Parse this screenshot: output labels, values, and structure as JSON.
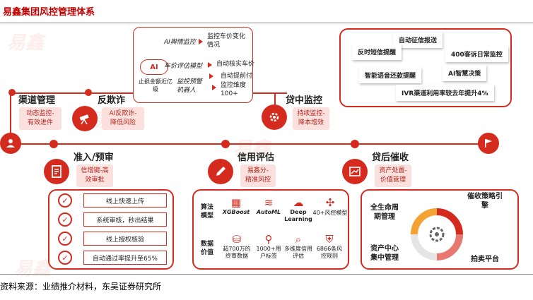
{
  "title": "易鑫集团风控管理体系",
  "source": "资料来源：业绩推介材料，东吴证券研究所",
  "watermark": "易鑫",
  "ai_center": {
    "label": "AI",
    "sublabel": "止损金额近亿级",
    "items": [
      {
        "name": "AI舆情监控",
        "desc": "监控车价变化情况"
      },
      {
        "name": "车价评估模型",
        "desc": "自动核实车价"
      },
      {
        "name": "监控预警机器人",
        "desc": "自动提前付"
      },
      {
        "name": "",
        "desc": "监控维度100+"
      }
    ]
  },
  "stages": {
    "channel": {
      "title": "渠道管理",
      "label": "动态监控-有效进件",
      "icon": "person-icon"
    },
    "antifraud": {
      "title": "反欺诈",
      "label": "AI反欺诈-降低风险",
      "icon": "telescope-icon"
    },
    "midloan": {
      "title": "贷中监控",
      "label": "持续监控-降本增效",
      "icon": "gear-icon"
    },
    "admission": {
      "title": "准入/预审",
      "label": "信增键-高效审批",
      "icon": "document-icon"
    },
    "credit": {
      "title": "信用评估",
      "label": "易鑫分-精准风控",
      "icon": "pen-icon"
    },
    "postloan": {
      "title": "贷后催收",
      "label": "资产处置-价值管理",
      "icon": "chart-icon"
    }
  },
  "postloan_cards": [
    "自动征信报送",
    "反时短信提醒",
    "400客诉日常监控",
    "智能语音还款提醒",
    "AI智慧决策",
    "IVR渠道利用率较去年提升4%"
  ],
  "admission_checks": [
    "线上快速上传",
    "系统审核，秒出结果",
    "线上授权核验",
    "自动通过率提升至65%"
  ],
  "credit_tech": {
    "algo_label": "算法模型",
    "algo_items": [
      {
        "label": "XGBoost",
        "icon": "model-icon"
      },
      {
        "label": "AutoML",
        "icon": "layers-icon"
      },
      {
        "label": "Deep Learning",
        "icon": "cloud-icon"
      },
      {
        "label": "40+风控模型",
        "icon": "network-icon"
      }
    ],
    "data_label": "数据价值",
    "data_items": [
      {
        "label": "超700万的终审数据",
        "icon": "database-icon"
      },
      {
        "label": "1000+用户标签",
        "icon": "pin-icon"
      },
      {
        "label": "多维度信用评估",
        "icon": "magnify-icon"
      },
      {
        "label": "6866条风控规则",
        "icon": "shield-icon"
      }
    ]
  },
  "lifecycle": {
    "engine": "催收策略引擎",
    "full": "全生命周期管理",
    "asset": "资产中心集中管理",
    "platform": "拍卖平台"
  }
}
